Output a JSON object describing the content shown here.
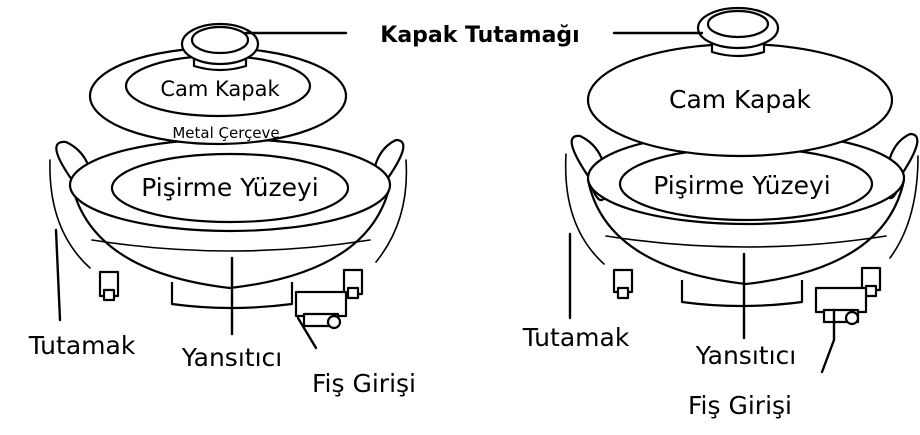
{
  "diagram": {
    "labels": {
      "lid_handle": "Kapak Tutamağı",
      "glass_lid": "Cam Kapak",
      "metal_frame": "Metal Çerçeve",
      "cooking_surface": "Pişirme Yüzeyi",
      "handle": "Tutamak",
      "reflector": "Yansıtıcı",
      "plug_inlet": "Fiş Girişi"
    }
  }
}
